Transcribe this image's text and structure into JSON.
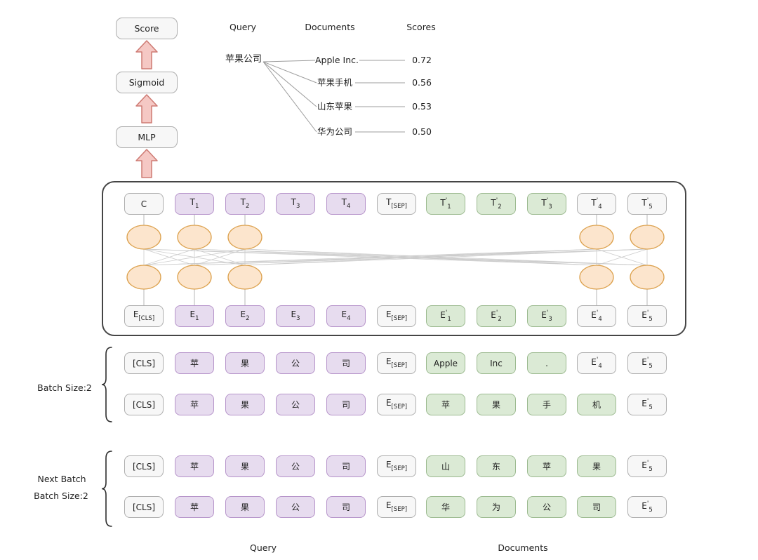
{
  "pipeline": {
    "boxes": [
      {
        "label": "Score"
      },
      {
        "label": "Sigmoid"
      },
      {
        "label": "MLP"
      }
    ]
  },
  "ranking": {
    "headers": {
      "query": "Query",
      "documents": "Documents",
      "scores": "Scores"
    },
    "query_text": "苹果公司",
    "items": [
      {
        "document": "Apple Inc.",
        "score": "0.72"
      },
      {
        "document": "苹果手机",
        "score": "0.56"
      },
      {
        "document": "山东苹果",
        "score": "0.53"
      },
      {
        "document": "华为公司",
        "score": "0.50"
      }
    ]
  },
  "encoder": {
    "top_tokens": [
      {
        "text": "C",
        "color": "gray"
      },
      {
        "text": "T",
        "sub": "1",
        "color": "purple"
      },
      {
        "text": "T",
        "sub": "2",
        "color": "purple"
      },
      {
        "text": "T",
        "sub": "3",
        "color": "purple"
      },
      {
        "text": "T",
        "sub": "4",
        "color": "purple"
      },
      {
        "text": "T",
        "sub": "[SEP]",
        "color": "gray"
      },
      {
        "text": "T",
        "prime": true,
        "sub": "1",
        "color": "green"
      },
      {
        "text": "T",
        "prime": true,
        "sub": "2",
        "color": "green"
      },
      {
        "text": "T",
        "prime": true,
        "sub": "3",
        "color": "green"
      },
      {
        "text": "T",
        "prime": true,
        "sub": "4",
        "color": "gray"
      },
      {
        "text": "T",
        "prime": true,
        "sub": "5",
        "color": "gray"
      }
    ],
    "bottom_tokens": [
      {
        "text": "E",
        "sub": "[CLS]",
        "color": "gray"
      },
      {
        "text": "E",
        "sub": "1",
        "color": "purple"
      },
      {
        "text": "E",
        "sub": "2",
        "color": "purple"
      },
      {
        "text": "E",
        "sub": "3",
        "color": "purple"
      },
      {
        "text": "E",
        "sub": "4",
        "color": "purple"
      },
      {
        "text": "E",
        "sub": "[SEP]",
        "color": "gray"
      },
      {
        "text": "E",
        "prime": true,
        "sub": "1",
        "color": "green"
      },
      {
        "text": "E",
        "prime": true,
        "sub": "2",
        "color": "green"
      },
      {
        "text": "E",
        "prime": true,
        "sub": "3",
        "color": "green"
      },
      {
        "text": "E",
        "prime": true,
        "sub": "4",
        "color": "gray"
      },
      {
        "text": "E",
        "prime": true,
        "sub": "5",
        "color": "gray"
      }
    ]
  },
  "batches": {
    "groups": [
      {
        "labels": [
          "Batch Size:2"
        ],
        "rows": [
          [
            {
              "text": "[CLS]",
              "color": "gray"
            },
            {
              "text": "苹",
              "color": "purple"
            },
            {
              "text": "果",
              "color": "purple"
            },
            {
              "text": "公",
              "color": "purple"
            },
            {
              "text": "司",
              "color": "purple"
            },
            {
              "text": "E",
              "sub": "[SEP]",
              "color": "gray"
            },
            {
              "text": "Apple",
              "color": "green"
            },
            {
              "text": "Inc",
              "color": "green"
            },
            {
              "text": ".",
              "color": "green"
            },
            {
              "text": "E",
              "prime": true,
              "sub": "4",
              "color": "gray"
            },
            {
              "text": "E",
              "prime": true,
              "sub": "5",
              "color": "gray"
            }
          ],
          [
            {
              "text": "[CLS]",
              "color": "gray"
            },
            {
              "text": "苹",
              "color": "purple"
            },
            {
              "text": "果",
              "color": "purple"
            },
            {
              "text": "公",
              "color": "purple"
            },
            {
              "text": "司",
              "color": "purple"
            },
            {
              "text": "E",
              "sub": "[SEP]",
              "color": "gray"
            },
            {
              "text": "苹",
              "color": "green"
            },
            {
              "text": "果",
              "color": "green"
            },
            {
              "text": "手",
              "color": "green"
            },
            {
              "text": "机",
              "color": "green"
            },
            {
              "text": "E",
              "prime": true,
              "sub": "5",
              "color": "gray"
            }
          ]
        ]
      },
      {
        "labels": [
          "Next Batch",
          "Batch Size:2"
        ],
        "rows": [
          [
            {
              "text": "[CLS]",
              "color": "gray"
            },
            {
              "text": "苹",
              "color": "purple"
            },
            {
              "text": "果",
              "color": "purple"
            },
            {
              "text": "公",
              "color": "purple"
            },
            {
              "text": "司",
              "color": "purple"
            },
            {
              "text": "E",
              "sub": "[SEP]",
              "color": "gray"
            },
            {
              "text": "山",
              "color": "green"
            },
            {
              "text": "东",
              "color": "green"
            },
            {
              "text": "苹",
              "color": "green"
            },
            {
              "text": "果",
              "color": "green"
            },
            {
              "text": "E",
              "prime": true,
              "sub": "5",
              "color": "gray"
            }
          ],
          [
            {
              "text": "[CLS]",
              "color": "gray"
            },
            {
              "text": "苹",
              "color": "purple"
            },
            {
              "text": "果",
              "color": "purple"
            },
            {
              "text": "公",
              "color": "purple"
            },
            {
              "text": "司",
              "color": "purple"
            },
            {
              "text": "E",
              "sub": "[SEP]",
              "color": "gray"
            },
            {
              "text": "华",
              "color": "green"
            },
            {
              "text": "为",
              "color": "green"
            },
            {
              "text": "公",
              "color": "green"
            },
            {
              "text": "司",
              "color": "green"
            },
            {
              "text": "E",
              "prime": true,
              "sub": "5",
              "color": "gray"
            }
          ]
        ]
      }
    ]
  },
  "footer": {
    "query_label": "Query",
    "documents_label": "Documents"
  },
  "colors": {
    "purple_fill": "#e7dcef",
    "purple_border": "#b694ca",
    "green_fill": "#dbead5",
    "green_border": "#9cba90",
    "gray_fill": "#f7f7f7",
    "gray_border": "#aeaeae",
    "orange_fill": "#fce5cd",
    "orange_border": "#dca14d",
    "arrow_fill": "#f5c8c4",
    "arrow_border": "#ce7a73",
    "line": "#cccccc",
    "encoder_border": "#454545"
  }
}
